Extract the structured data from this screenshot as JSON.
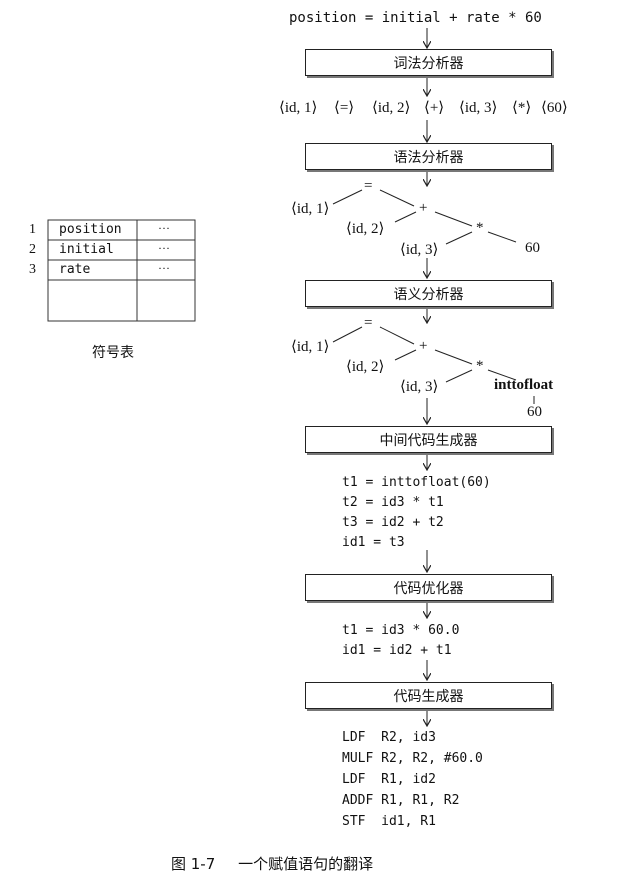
{
  "source_statement": "position = initial + rate * 60",
  "stages": [
    {
      "label": "词法分析器"
    },
    {
      "label": "语法分析器"
    },
    {
      "label": "语义分析器"
    },
    {
      "label": "中间代码生成器"
    },
    {
      "label": "代码优化器"
    },
    {
      "label": "代码生成器"
    }
  ],
  "tokens": {
    "t1": "⟨id, 1⟩",
    "t2": "⟨=⟩",
    "t3": "⟨id, 2⟩",
    "t4": "⟨+⟩",
    "t5": "⟨id, 3⟩",
    "t6": "⟨*⟩",
    "t7": "⟨60⟩"
  },
  "syntax_tree": {
    "assign": "=",
    "plus": "+",
    "times": "*",
    "id1": "⟨id, 1⟩",
    "id2": "⟨id, 2⟩",
    "id3": "⟨id, 3⟩",
    "num": "60"
  },
  "semantic_tree": {
    "assign": "=",
    "plus": "+",
    "times": "*",
    "id1": "⟨id, 1⟩",
    "id2": "⟨id, 2⟩",
    "id3": "⟨id, 3⟩",
    "conv": "inttofloat",
    "num": "60"
  },
  "intermediate_code": [
    "t1 = inttofloat(60)",
    "t2 = id3 * t1",
    "t3 = id2 + t2",
    "id1 = t3"
  ],
  "optimized_code": [
    "t1 = id3 * 60.0",
    "id1 = id2 + t1"
  ],
  "target_code": [
    "LDF  R2, id3",
    "MULF R2, R2, #60.0",
    "LDF  R1, id2",
    "ADDF R1, R1, R2",
    "STF  id1, R1"
  ],
  "symbol_table": {
    "rows": [
      {
        "num": "1",
        "name": "position",
        "attr": "···"
      },
      {
        "num": "2",
        "name": "initial",
        "attr": "···"
      },
      {
        "num": "3",
        "name": "rate",
        "attr": "···"
      }
    ],
    "caption": "符号表"
  },
  "figure_caption": {
    "number": "图 1-7",
    "text": "一个赋值语句的翻译"
  }
}
